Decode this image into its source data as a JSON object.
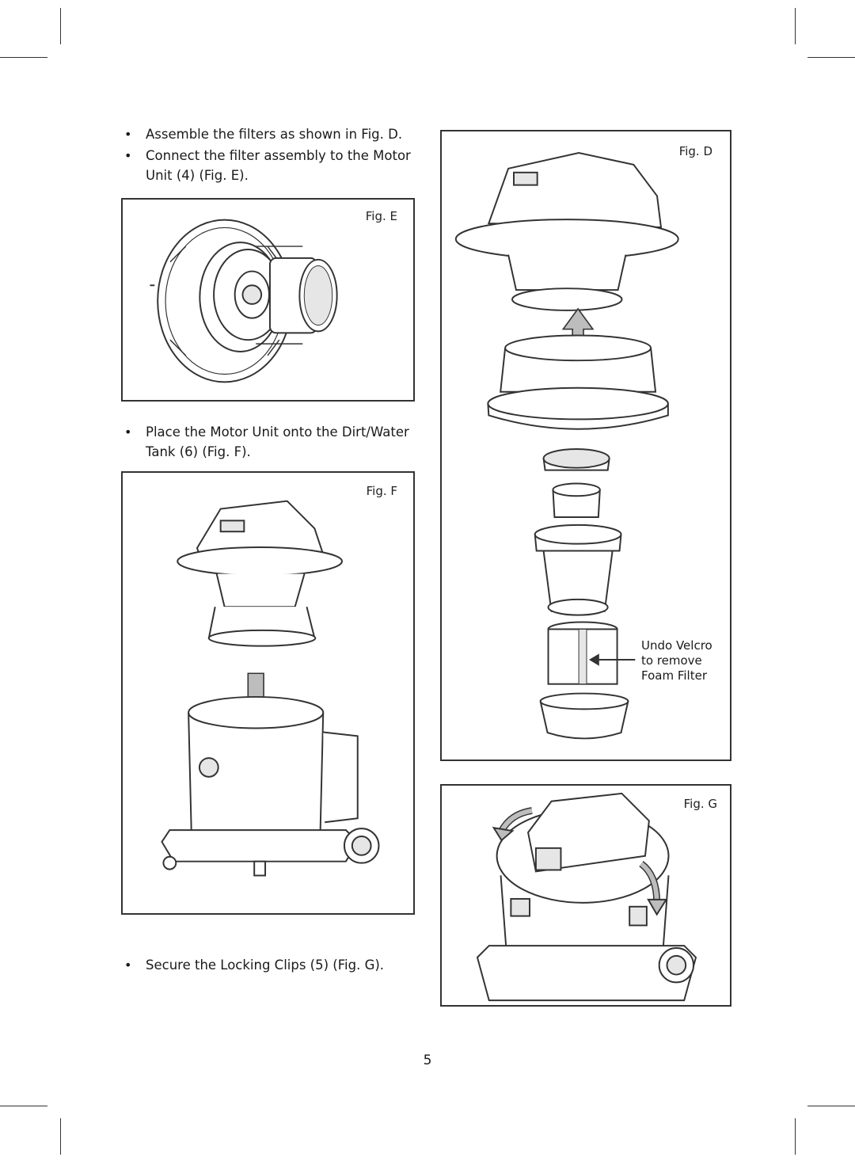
{
  "instructions": {
    "step1_items": [
      "Assemble the filters as shown in Fig. D.",
      "Connect the filter assembly to the Motor Unit (4) (Fig. E)."
    ],
    "step2_items": [
      "Place the Motor Unit onto the Dirt/Water Tank (6) (Fig. F)."
    ],
    "step3_items": [
      "Secure the Locking Clips (5) (Fig. G)."
    ]
  },
  "figures": {
    "fig_e": {
      "label": "Fig. E"
    },
    "fig_f": {
      "label": "Fig. F"
    },
    "fig_d": {
      "label": "Fig. D",
      "note_lines": [
        "Undo Velcro",
        "to remove",
        "Foam Filter"
      ]
    },
    "fig_g": {
      "label": "Fig. G"
    }
  },
  "page_number": "5",
  "colors": {
    "line": "#333333",
    "arrow_fill": "#bdbdbd",
    "shade": "#e6e6e6"
  }
}
